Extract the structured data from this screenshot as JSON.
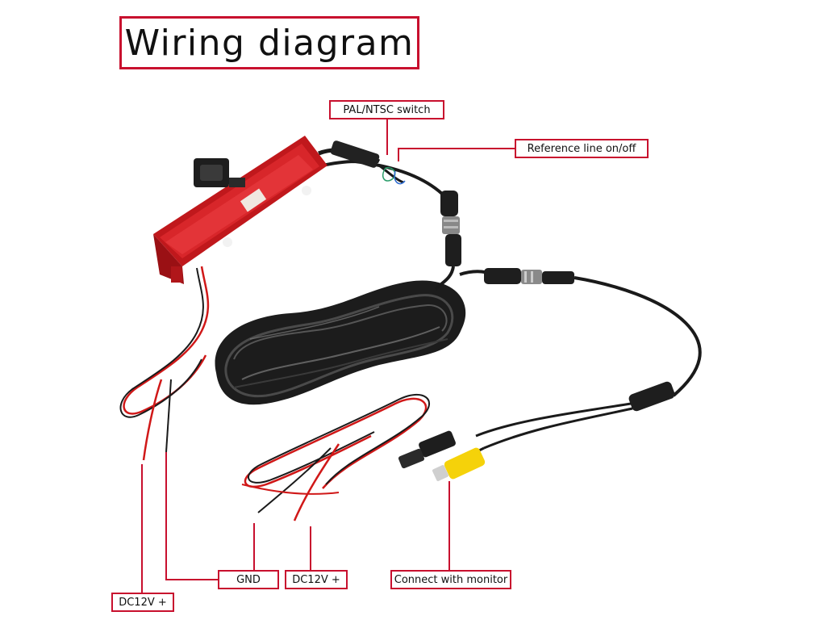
{
  "title": "Wiring diagram",
  "labels": {
    "pal_ntsc": "PAL/NTSC switch",
    "reference_line": "Reference line on/off",
    "gnd": "GND",
    "dc12v_right": "DC12V +",
    "dc12v_left": "DC12V +",
    "monitor": "Connect with monitor"
  },
  "colors": {
    "label_border": "#c8102e",
    "leader_line": "#c8102e",
    "camera_housing": "#c0181c",
    "cable": "#1a1a1a",
    "power_wire_red": "#d01818",
    "rca_plug": "#f5d20a"
  }
}
